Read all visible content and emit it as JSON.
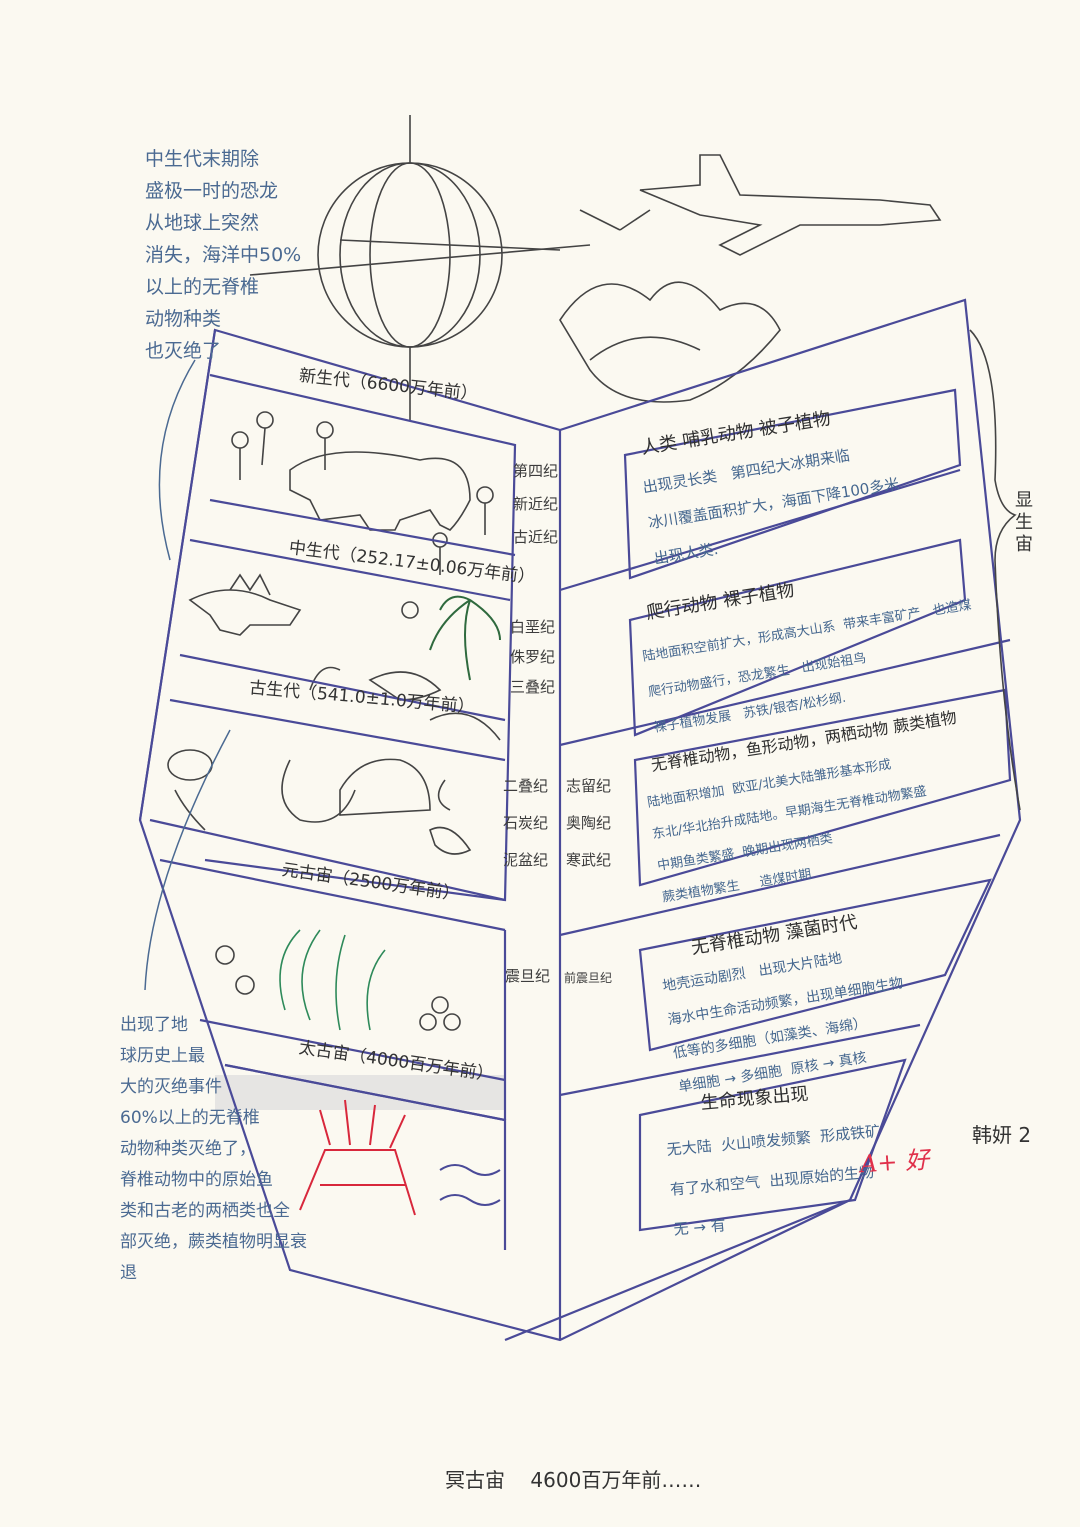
{
  "annotations": {
    "top_left": "中生代末期除\n盛极一时的恐龙\n从地球上突然\n消失，海洋中50%\n以上的无脊椎\n动物种类\n也灭绝了",
    "bottom_left": "出现了地\n球历史上最\n大的灭绝事件\n60%以上的无脊椎\n动物种类灭绝了，\n脊椎动物中的原始鱼\n类和古老的两栖类也全\n部灭绝，蕨类植物明显衰\n退"
  },
  "eras": [
    {
      "label": "新生代（6600万年前）"
    },
    {
      "label": "中生代（252.17±0.06万年前）"
    },
    {
      "label": "古生代（541.0±1.0万年前）"
    },
    {
      "label": "元古宙（2500万年前）"
    },
    {
      "label": "太古宙（4000百万年前）"
    }
  ],
  "periods": {
    "cenozoic": "第四纪\n新近纪\n古近纪",
    "mesozoic": "白垩纪\n侏罗纪\n三叠纪",
    "paleozoic_late": "二叠纪\n石炭纪\n泥盆纪",
    "paleozoic_early": "志留纪\n奥陶纪\n寒武纪",
    "proterozoic_a": "震旦纪",
    "proterozoic_b": "前震旦纪"
  },
  "panels": [
    {
      "header": "人类  哺乳动物  被子植物",
      "body": "出现灵长类   第四纪大冰期来临\n冰川覆盖面积扩大，海面下降100多米\n出现人类."
    },
    {
      "header": "爬行动物   裸子植物",
      "body": "陆地面积空前扩大，形成高大山系  带来丰富矿产   也造煤\n爬行动物盛行，恐龙繁生   出现始祖鸟\n裸子植物发展   苏铁/银杏/松杉纲."
    },
    {
      "header": "无脊椎动物，鱼形动物，两栖动物   蕨类植物",
      "body": "陆地面积增加  欧亚/北美大陆雏形基本形成\n东北/华北抬升成陆地。早期海生无脊椎动物繁盛\n中期鱼类繁盛  晚期出现两栖类\n蕨类植物繁生     造煤时期"
    },
    {
      "header": "无脊椎动物   藻菌时代",
      "body": "地壳运动剧烈   出现大片陆地\n海水中生命活动频繁，出现单细胞生物\n低等的多细胞（如藻类、海绵）\n单细胞 → 多细胞  原核 → 真核"
    },
    {
      "header": "生命现象出现",
      "body": "无大陆  火山喷发频繁  形成铁矿\n有了水和空气  出现原始的生物\n无 → 有"
    }
  ],
  "brace_label": "显生宙",
  "footer": "冥古宙    4600百万年前……",
  "grade": "A+ 好",
  "signature": "韩妍 2",
  "colors": {
    "ink_outline": "#4a4a98",
    "ink_text": "#4b6a92",
    "pencil": "#333333",
    "red_pen": "#d8283c",
    "green": "#2e8a5a"
  }
}
